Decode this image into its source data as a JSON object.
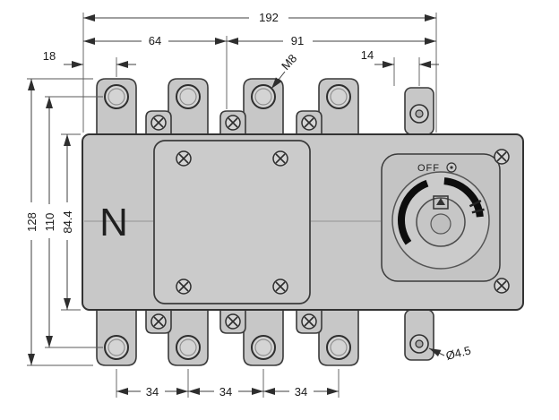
{
  "dimensions": {
    "overall_width": "192",
    "left_section_width": "64",
    "right_section_width": "91",
    "edge_to_terminal": "18",
    "terminal_to_mount_hole": "14",
    "overall_height": "128",
    "terminal_hole_span": "110",
    "body_height": "84.4",
    "terminal_pitch": [
      "34",
      "34",
      "34"
    ],
    "mount_hole_diameter": "Ø4.5",
    "terminal_thread": "M8"
  },
  "device": {
    "neutral_pole_label": "N",
    "switch_position_label": "OFF"
  },
  "colors": {
    "background": "#ffffff",
    "body_fill": "#c8c8c8",
    "cover_fill": "#cbcbcb",
    "plate_fill": "#c4c4c4",
    "bezel_fill": "#cbcbcb",
    "knob_fill": "#c6c6c6",
    "outline": "#333333",
    "dimension": "#3f3f3f",
    "arc": "#0d0d0d"
  }
}
